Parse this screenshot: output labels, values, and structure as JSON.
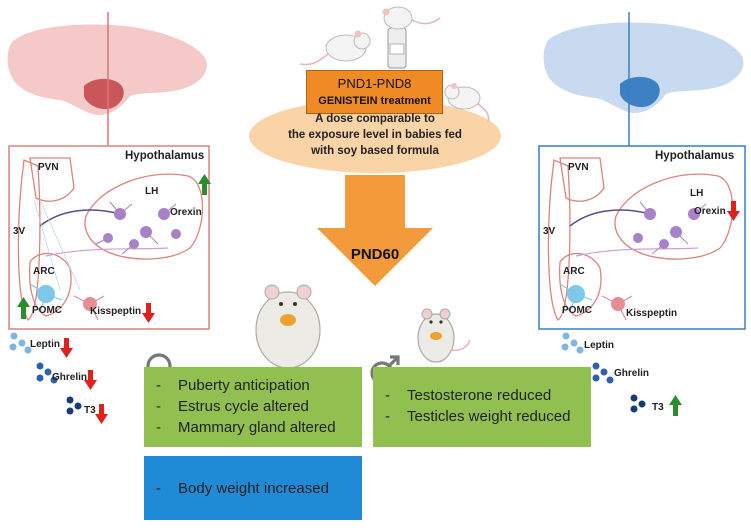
{
  "center": {
    "treatment_line1": "PND1-PND8",
    "treatment_line2": "GENISTEIN treatment",
    "dose_line1": "A dose comparable to",
    "dose_line2": "the exposure level in babies fed",
    "dose_line3": "with soy based formula",
    "outcome": "PND60"
  },
  "female_panel": {
    "title": "Hypothalamus",
    "labels": {
      "pvn": "PVN",
      "lh": "LH",
      "orexin": "Orexin",
      "v3": "3V",
      "arc": "ARC",
      "pomc": "POMC",
      "kisspeptin": "Kisspeptin"
    },
    "hormones": {
      "leptin": "Leptin",
      "ghrelin": "Ghrelin",
      "t3": "T3"
    },
    "changes": {
      "orexin": "up",
      "pomc": "up",
      "kisspeptin": "down",
      "leptin": "down",
      "ghrelin": "down",
      "t3": "down"
    },
    "effects": [
      "Puberty anticipation",
      "Estrus cycle altered",
      "Mammary gland altered"
    ],
    "weight_effect": "Body weight increased"
  },
  "male_panel": {
    "title": "Hypothalamus",
    "labels": {
      "pvn": "PVN",
      "lh": "LH",
      "orexin": "Orexin",
      "v3": "3V",
      "arc": "ARC",
      "pomc": "POMC",
      "kisspeptin": "Kisspeptin"
    },
    "hormones": {
      "leptin": "Leptin",
      "ghrelin": "Ghrelin",
      "t3": "T3"
    },
    "changes": {
      "orexin": "down",
      "t3": "up"
    },
    "effects": [
      "Testosterone reduced",
      "Testicles weight reduced"
    ]
  },
  "colors": {
    "female_accent": "#d9847f",
    "male_accent": "#3a7fc1",
    "arrow_up": "#2e8b2e",
    "arrow_down": "#e0201b",
    "treatment_box": "#f08a24",
    "dose_ellipse": "#fad3a6",
    "effects_box": "#92c050",
    "weight_box": "#1f8ad6",
    "center_arrow": "#f39a3a"
  }
}
